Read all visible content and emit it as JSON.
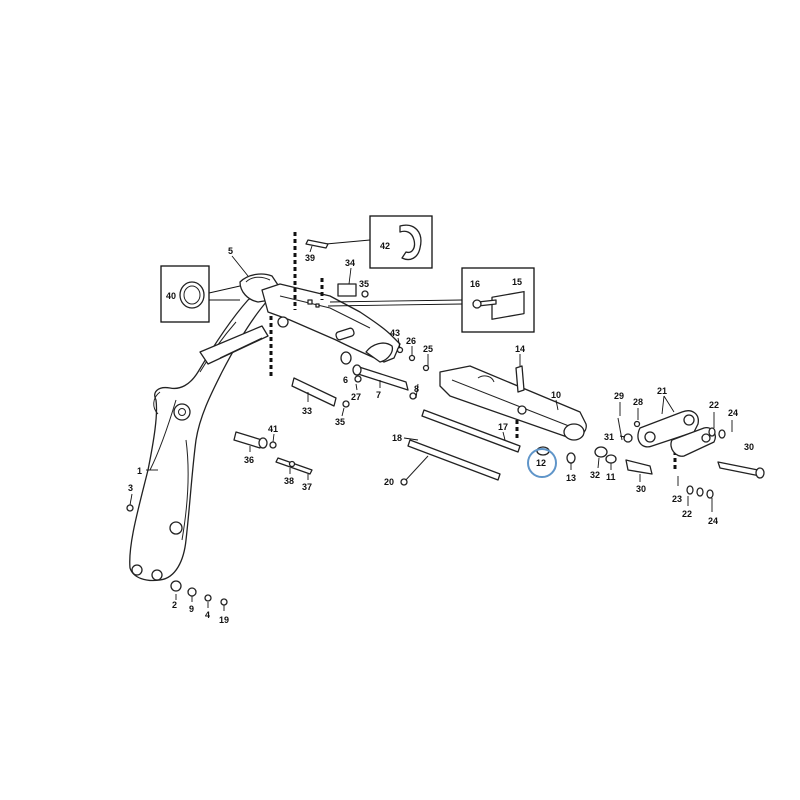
{
  "diagram": {
    "highlighted_part": "12",
    "highlight_color": "#5f95c9",
    "callouts": [
      {
        "id": "c1",
        "label": "1"
      },
      {
        "id": "c2",
        "label": "2"
      },
      {
        "id": "c3",
        "label": "3"
      },
      {
        "id": "c4",
        "label": "4"
      },
      {
        "id": "c5",
        "label": "5"
      },
      {
        "id": "c6",
        "label": "6"
      },
      {
        "id": "c7",
        "label": "7"
      },
      {
        "id": "c8",
        "label": "8"
      },
      {
        "id": "c9",
        "label": "9"
      },
      {
        "id": "c10",
        "label": "10"
      },
      {
        "id": "c11",
        "label": "11"
      },
      {
        "id": "c12",
        "label": "12"
      },
      {
        "id": "c13",
        "label": "13"
      },
      {
        "id": "c14",
        "label": "14"
      },
      {
        "id": "c15",
        "label": "15"
      },
      {
        "id": "c16",
        "label": "16"
      },
      {
        "id": "c17",
        "label": "17"
      },
      {
        "id": "c18",
        "label": "18"
      },
      {
        "id": "c19",
        "label": "19"
      },
      {
        "id": "c20",
        "label": "20"
      },
      {
        "id": "c21",
        "label": "21"
      },
      {
        "id": "c22a",
        "label": "22"
      },
      {
        "id": "c22b",
        "label": "22"
      },
      {
        "id": "c23",
        "label": "23"
      },
      {
        "id": "c24a",
        "label": "24"
      },
      {
        "id": "c24b",
        "label": "24"
      },
      {
        "id": "c25",
        "label": "25"
      },
      {
        "id": "c26",
        "label": "26"
      },
      {
        "id": "c27",
        "label": "27"
      },
      {
        "id": "c28",
        "label": "28"
      },
      {
        "id": "c29",
        "label": "29"
      },
      {
        "id": "c30a",
        "label": "30"
      },
      {
        "id": "c30b",
        "label": "30"
      },
      {
        "id": "c31",
        "label": "31"
      },
      {
        "id": "c32",
        "label": "32"
      },
      {
        "id": "c33",
        "label": "33"
      },
      {
        "id": "c34",
        "label": "34"
      },
      {
        "id": "c35a",
        "label": "35"
      },
      {
        "id": "c35b",
        "label": "35"
      },
      {
        "id": "c36",
        "label": "36"
      },
      {
        "id": "c37",
        "label": "37"
      },
      {
        "id": "c38",
        "label": "38"
      },
      {
        "id": "c39",
        "label": "39"
      },
      {
        "id": "c40",
        "label": "40"
      },
      {
        "id": "c41",
        "label": "41"
      },
      {
        "id": "c42",
        "label": "42"
      },
      {
        "id": "c43",
        "label": "43"
      }
    ]
  }
}
